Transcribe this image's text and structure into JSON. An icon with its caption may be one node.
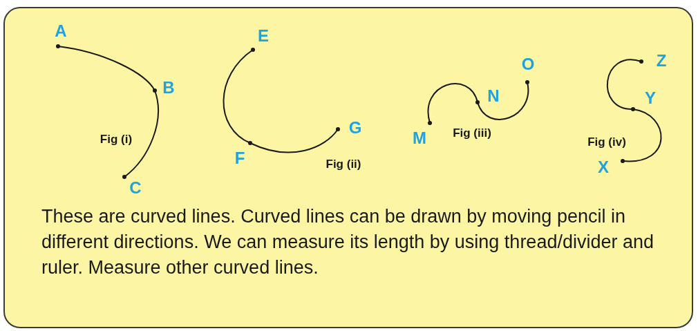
{
  "diagram": {
    "labels": [
      "A",
      "B",
      "Fig (i)",
      "C",
      "E",
      "G",
      "F",
      "Fig (ii)",
      "O",
      "N",
      "M",
      "Fig (iii)",
      "Z",
      "Y",
      "Fig (iv)",
      "X",
      "These are curved lines. Curved lines can be drawn by moving pencil in different directions. We can measure its length by using thread/divider and ruler. Measure other curved lines."
    ]
  }
}
